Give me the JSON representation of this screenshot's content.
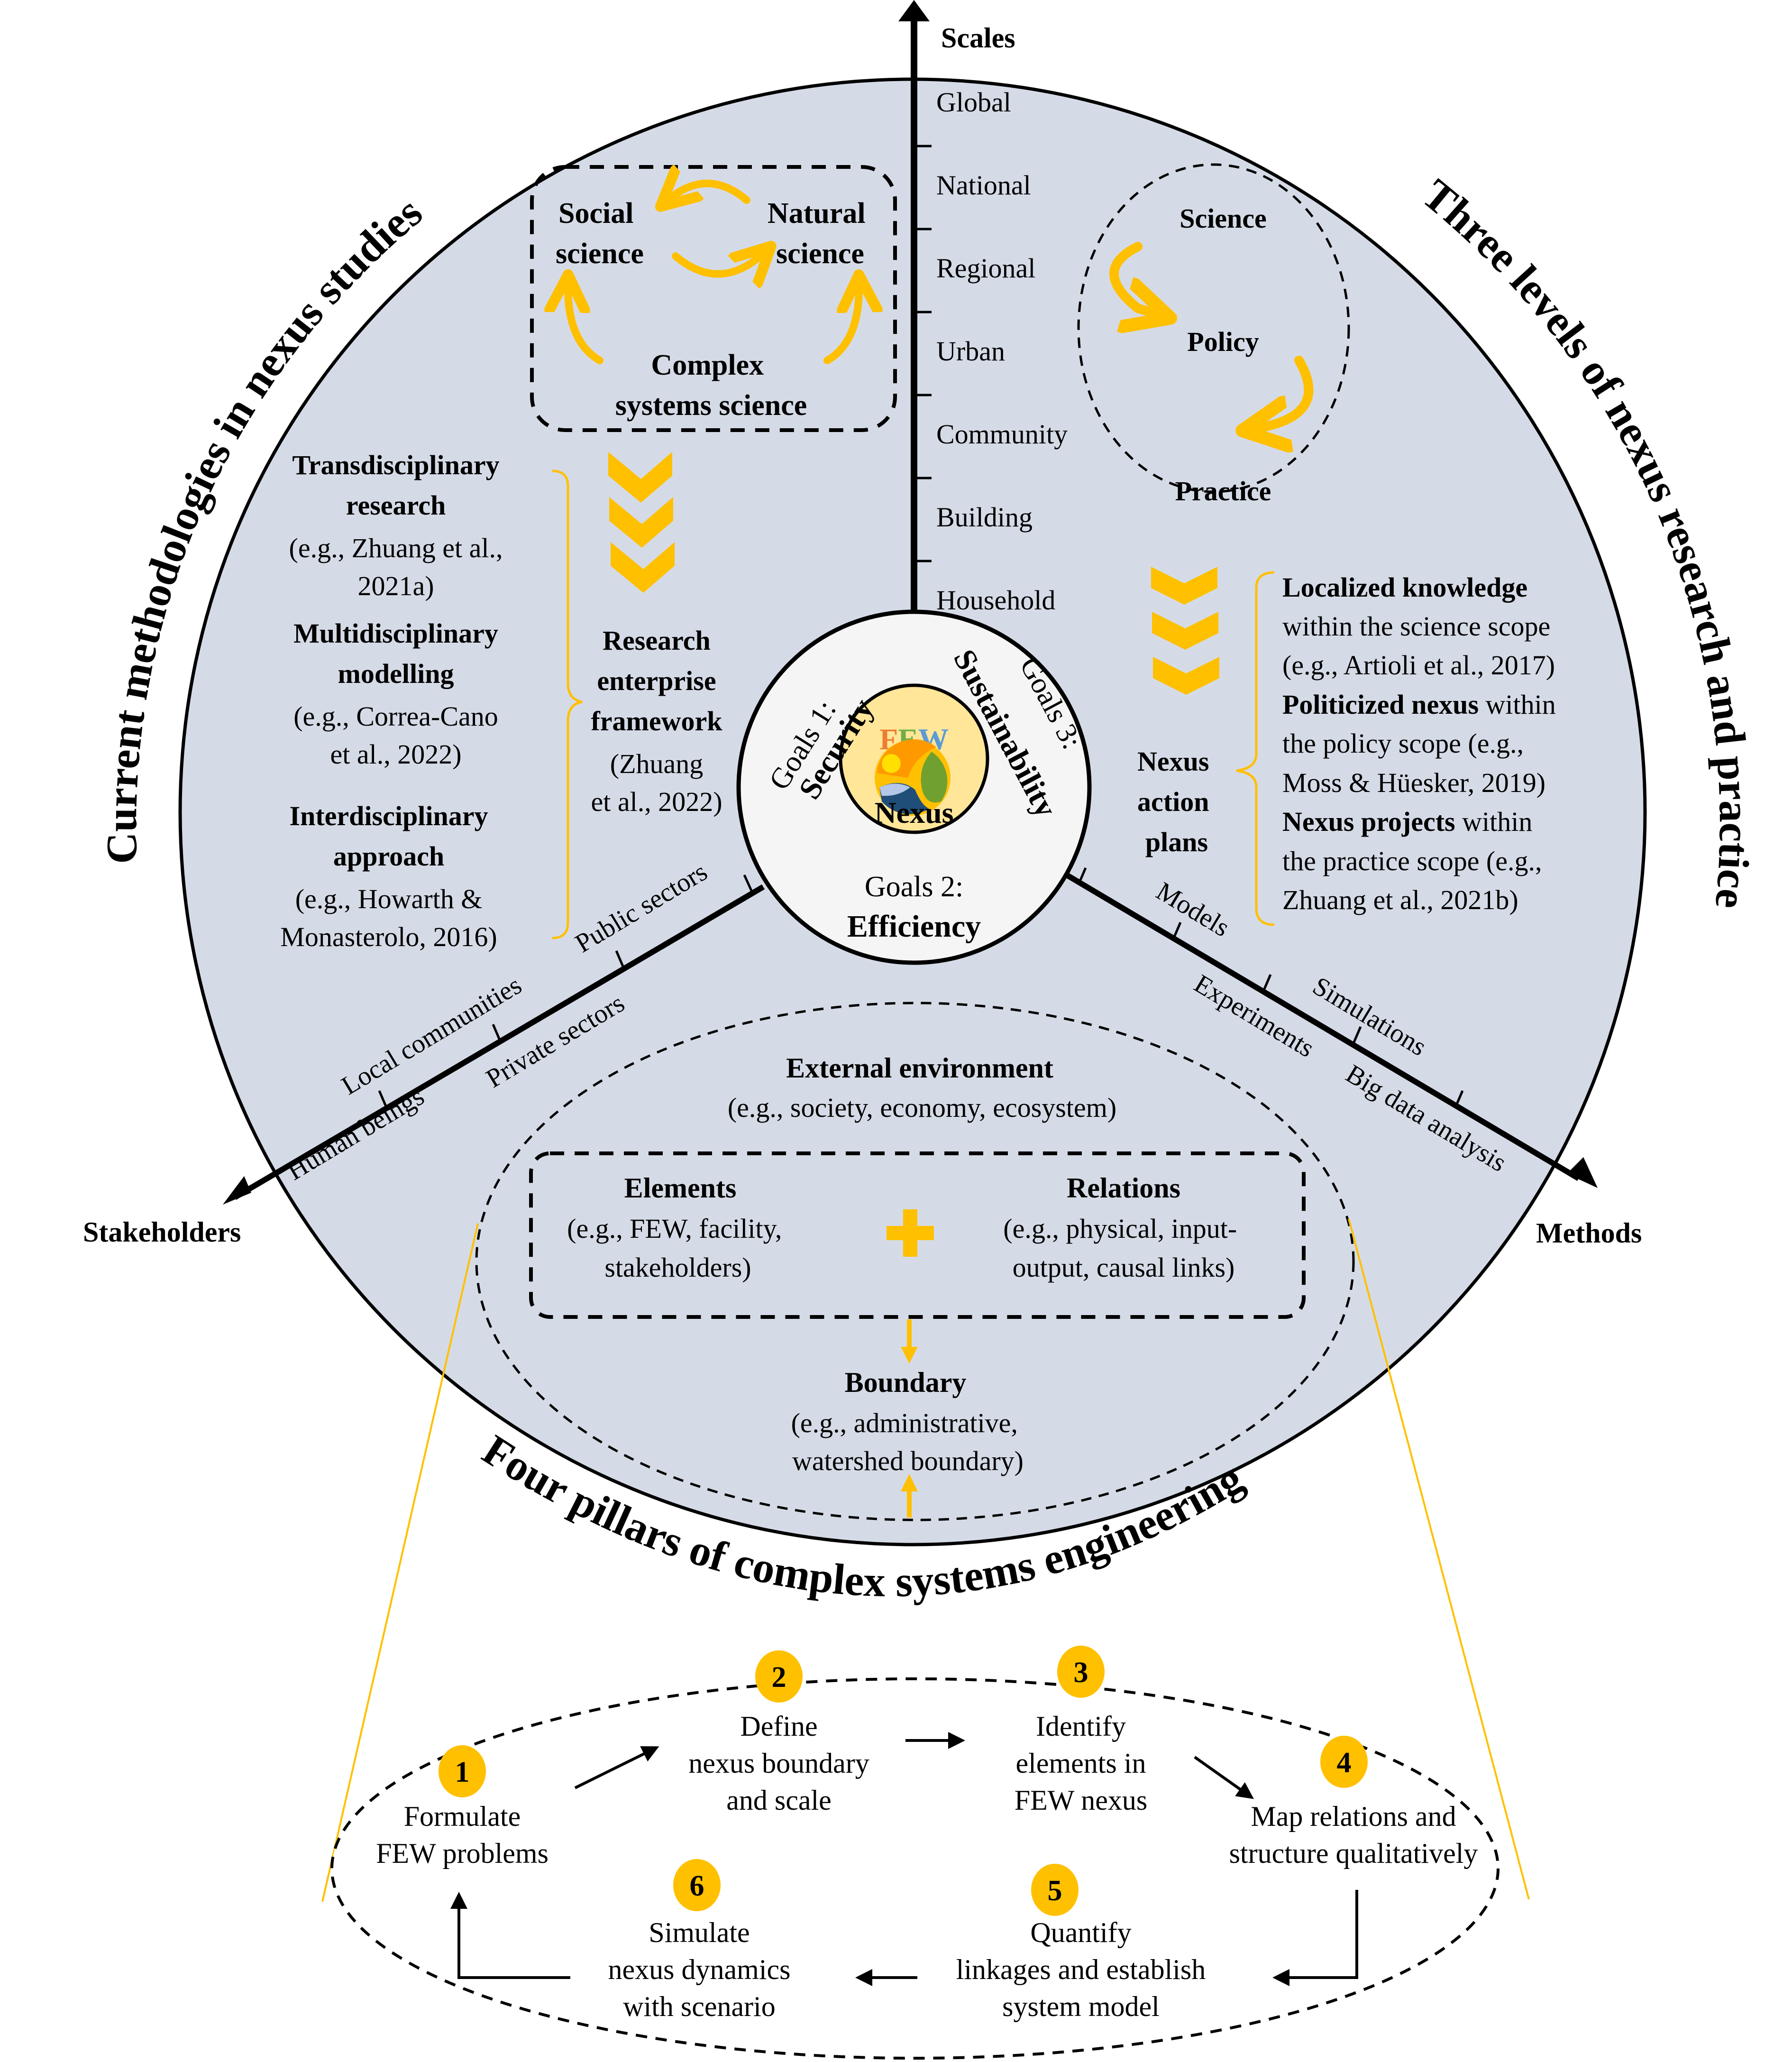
{
  "colors": {
    "circle_fill": "#d5dbe6",
    "center_fill": "#f5f5f5",
    "nexus_fill": "#ffe699",
    "accent": "#ffc000",
    "few_f": "#ed7d31",
    "few_e": "#70ad47",
    "few_w": "#5b9bd5"
  },
  "outer_titles": {
    "left": "Current methodologies in nexus studies",
    "right": "Three levels of nexus research and practice",
    "bottom": "Four pillars of complex systems engineering"
  },
  "axes": {
    "scales": {
      "label": "Scales",
      "ticks": [
        "Global",
        "National",
        "Regional",
        "Urban",
        "Community",
        "Building",
        "Household"
      ]
    },
    "stakeholders": {
      "label": "Stakeholders",
      "ticks_above": [
        "Public sectors",
        "Local communities"
      ],
      "ticks_below": [
        "Private sectors",
        "Human beings"
      ]
    },
    "methods": {
      "label": "Methods",
      "ticks_above": [
        "Models",
        "Simulations"
      ],
      "ticks_below": [
        "Experiments",
        "Big data analysis"
      ]
    }
  },
  "center": {
    "few_letters": [
      "F",
      "E",
      "W"
    ],
    "nexus": "Nexus",
    "goal1_prefix": "Goals 1:",
    "goal1": "Security",
    "goal2_prefix": "Goals 2:",
    "goal2": "Efficiency",
    "goal3_prefix": "Goals 3:",
    "goal3": "Sustainability"
  },
  "methodologies": {
    "disciplines": {
      "social": [
        "Social",
        "science"
      ],
      "natural": [
        "Natural",
        "science"
      ],
      "complex": [
        "Complex",
        "systems science"
      ]
    },
    "items": [
      {
        "title": [
          "Transdisciplinary",
          "research"
        ],
        "ref": [
          "(e.g., Zhuang et al.,",
          "2021a)"
        ]
      },
      {
        "title": [
          "Multidisciplinary",
          "modelling"
        ],
        "ref": [
          "(e.g., Correa-Cano",
          "et al., 2022)"
        ]
      },
      {
        "title": [
          "Interdisciplinary",
          "approach"
        ],
        "ref": [
          "(e.g., Howarth &",
          "Monasterolo, 2016)"
        ]
      }
    ],
    "result": {
      "title": [
        "Research",
        "enterprise",
        "framework"
      ],
      "ref": [
        "(Zhuang",
        "et al., 2022)"
      ]
    }
  },
  "levels": {
    "cycle": [
      "Science",
      "Policy",
      "Practice"
    ],
    "result": [
      "Nexus",
      "action",
      "plans"
    ],
    "details": [
      {
        "bold": "Localized knowledge",
        "rest": [
          "within the science scope",
          "(e.g., Artioli et al., 2017)"
        ]
      },
      {
        "bold": "Politicized nexus",
        "inline": " within",
        "rest": [
          "the policy scope (e.g.,",
          "Moss & Hüesker, 2019)"
        ]
      },
      {
        "bold": "Nexus projects",
        "inline": " within",
        "rest": [
          "the practice scope (e.g.,",
          "Zhuang et al., 2021b)"
        ]
      }
    ]
  },
  "pillars": {
    "external": {
      "title": "External environment",
      "desc": "(e.g., society, economy, ecosystem)"
    },
    "elements": {
      "title": "Elements",
      "desc": [
        "(e.g., FEW, facility,",
        "stakeholders)"
      ]
    },
    "relations": {
      "title": "Relations",
      "desc": [
        "(e.g., physical, input-",
        "output, causal links)"
      ]
    },
    "boundary": {
      "title": "Boundary",
      "desc": [
        "(e.g., administrative,",
        "watershed boundary)"
      ]
    }
  },
  "steps": [
    {
      "num": "1",
      "text": [
        "Formulate",
        "FEW problems"
      ]
    },
    {
      "num": "2",
      "text": [
        "Define",
        "nexus boundary",
        "and scale"
      ]
    },
    {
      "num": "3",
      "text": [
        "Identify",
        "elements in",
        "FEW nexus"
      ]
    },
    {
      "num": "4",
      "text": [
        "Map relations and",
        "structure qualitatively"
      ]
    },
    {
      "num": "5",
      "text": [
        "Quantify",
        "linkages and establish",
        "system model"
      ]
    },
    {
      "num": "6",
      "text": [
        "Simulate",
        "nexus dynamics",
        "with scenario"
      ]
    }
  ]
}
